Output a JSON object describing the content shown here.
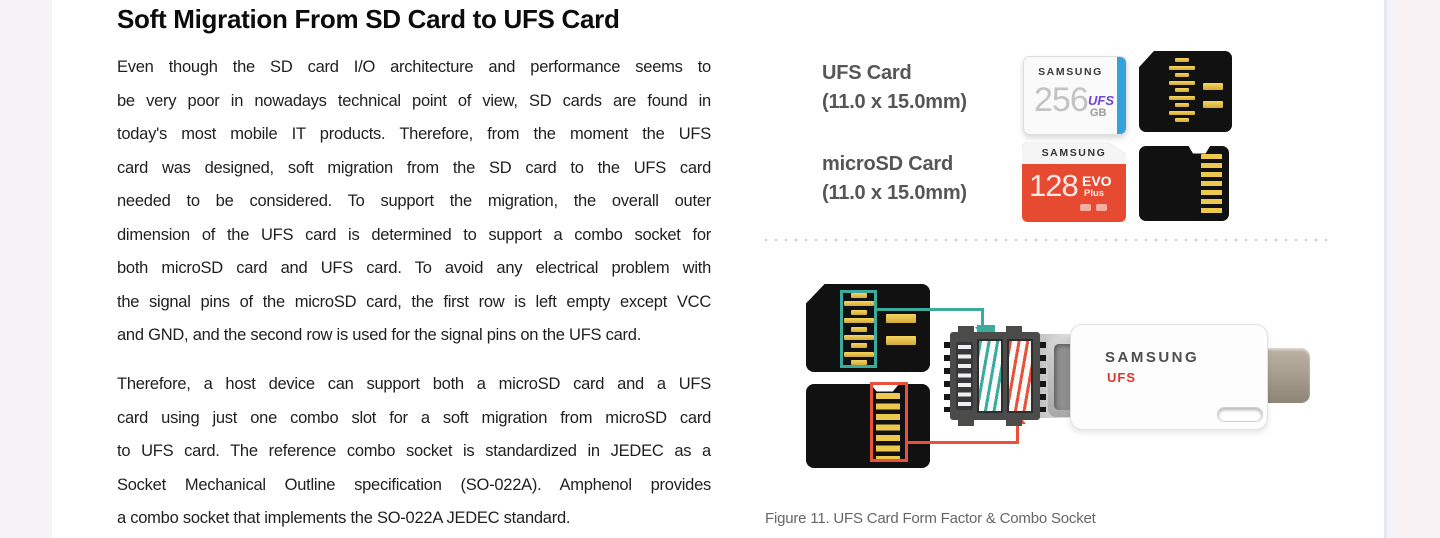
{
  "article": {
    "heading": "Soft Migration From SD Card to UFS Card",
    "paragraph1_lines": [
      "Even though the SD card I/O architecture and performance seems to",
      "be very poor in nowadays technical point of view, SD cards are found in",
      "today's most mobile IT products. Therefore, from the moment the UFS",
      "card was designed, soft migration from the SD card to the UFS card",
      "needed to be considered. To support the migration, the overall outer",
      "dimension of the UFS card is determined to support a combo socket for",
      "both microSD card and UFS card. To avoid any electrical problem with",
      "the signal pins of the microSD card, the first row is left empty except VCC",
      "and GND, and the second row is used for the signal pins on the UFS card."
    ],
    "paragraph2_lines": [
      "Therefore, a host device can support both a microSD card and a UFS",
      "card using just one combo slot for a soft migration from microSD card",
      "to UFS card. The reference combo socket is standardized in JEDEC as a",
      "Socket Mechanical Outline specification (SO-022A). Amphenol provides",
      "a combo socket that implements the SO-022A JEDEC standard."
    ]
  },
  "labels": {
    "ufs_card_name": "UFS Card",
    "ufs_card_size": "(11.0 x 15.0mm)",
    "microsd_card_name": "microSD Card",
    "microsd_card_size": "(11.0 x 15.0mm)"
  },
  "cards": {
    "ufs_front": {
      "brand": "SAMSUNG",
      "capacity": "256",
      "type": "UFS",
      "unit": "GB"
    },
    "microsd_front": {
      "brand": "SAMSUNG",
      "capacity": "128",
      "series": "EVO",
      "series_sub": "Plus"
    }
  },
  "reader": {
    "brand": "SAMSUNG",
    "type": "UFS"
  },
  "figure": {
    "caption": "Figure 11. UFS Card Form Factor & Combo Socket"
  },
  "colors": {
    "highlight_teal": "#3aab9d",
    "highlight_red": "#e8513c",
    "pin_gold": "#ecc84f",
    "ufs_edge_blue": "#35a3da",
    "microsd_red": "#e64a31",
    "ufs_badge_purple": "#6b46cf",
    "reader_type_red": "#e03428"
  }
}
